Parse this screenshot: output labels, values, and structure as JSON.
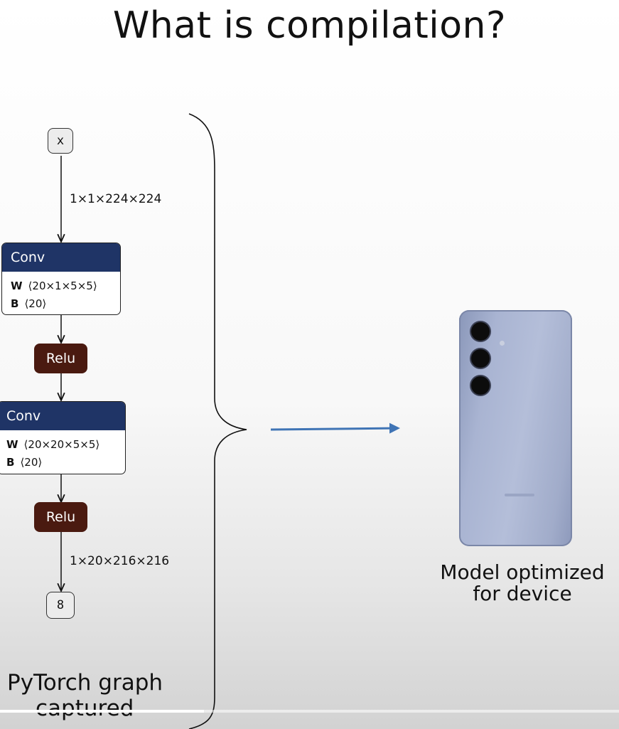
{
  "title": "What is compilation?",
  "graph": {
    "input_node": "x",
    "input_shape": "1×1×224×224",
    "conv1": {
      "label": "Conv",
      "w_key": "W",
      "w_val": "⟨20×1×5×5⟩",
      "b_key": "B",
      "b_val": "⟨20⟩"
    },
    "relu1": "Relu",
    "conv2": {
      "label": "Conv",
      "w_key": "W",
      "w_val": "⟨20×20×5×5⟩",
      "b_key": "B",
      "b_val": "⟨20⟩"
    },
    "relu2": "Relu",
    "output_shape": "1×20×216×216",
    "output_node": "8",
    "caption_line1": "PyTorch graph",
    "caption_line2": "captured"
  },
  "device": {
    "caption_line1": "Model optimized",
    "caption_line2": "for device"
  },
  "colors": {
    "conv_header": "#1f3466",
    "relu": "#4a1a10",
    "arrow": "#3f74b5"
  },
  "video": {
    "progress_fraction": 0.33
  }
}
